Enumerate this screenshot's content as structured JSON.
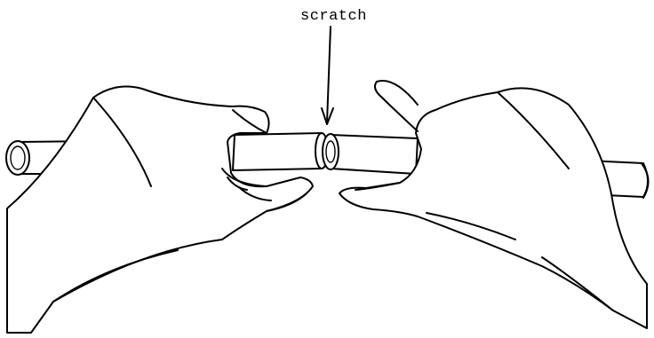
{
  "diagram": {
    "annotation": {
      "text": "scratch",
      "points_to": "tube-break-point"
    },
    "illustration": "two-hands-snapping-glass-tube",
    "colors": {
      "ink": "#000000",
      "background": "#ffffff"
    }
  }
}
